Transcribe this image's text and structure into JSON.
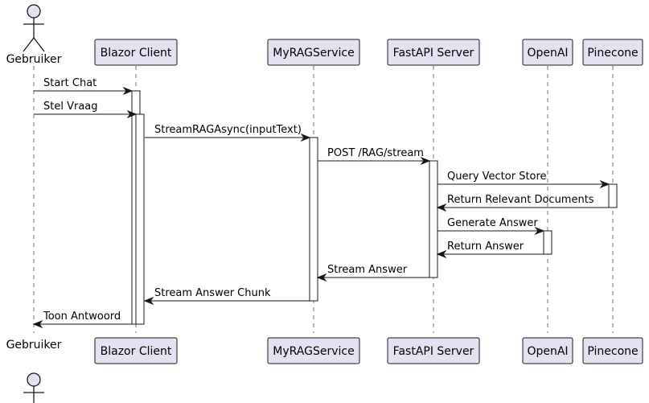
{
  "diagram": {
    "participants": [
      {
        "id": "gebruiker",
        "label": "Gebruiker",
        "kind": "actor"
      },
      {
        "id": "blazor",
        "label": "Blazor Client",
        "kind": "participant"
      },
      {
        "id": "rag",
        "label": "MyRAGService",
        "kind": "participant"
      },
      {
        "id": "fastapi",
        "label": "FastAPI Server",
        "kind": "participant"
      },
      {
        "id": "openai",
        "label": "OpenAI",
        "kind": "participant"
      },
      {
        "id": "pinecone",
        "label": "Pinecone",
        "kind": "participant"
      }
    ],
    "messages": [
      {
        "from": "gebruiker",
        "to": "blazor",
        "label": "Start Chat"
      },
      {
        "from": "gebruiker",
        "to": "blazor",
        "label": "Stel Vraag"
      },
      {
        "from": "blazor",
        "to": "rag",
        "label": "StreamRAGAsync(inputText)"
      },
      {
        "from": "rag",
        "to": "fastapi",
        "label": "POST /RAG/stream"
      },
      {
        "from": "fastapi",
        "to": "pinecone",
        "label": "Query Vector Store"
      },
      {
        "from": "pinecone",
        "to": "fastapi",
        "label": "Return Relevant Documents"
      },
      {
        "from": "fastapi",
        "to": "openai",
        "label": "Generate Answer"
      },
      {
        "from": "openai",
        "to": "fastapi",
        "label": "Return Answer"
      },
      {
        "from": "fastapi",
        "to": "rag",
        "label": "Stream Answer"
      },
      {
        "from": "rag",
        "to": "blazor",
        "label": "Stream Answer Chunk"
      },
      {
        "from": "blazor",
        "to": "gebruiker",
        "label": "Toon Antwoord"
      }
    ],
    "colors": {
      "participant_fill": "#e2e2f0",
      "stroke": "#181818",
      "activation_fill": "#ffffff"
    }
  }
}
